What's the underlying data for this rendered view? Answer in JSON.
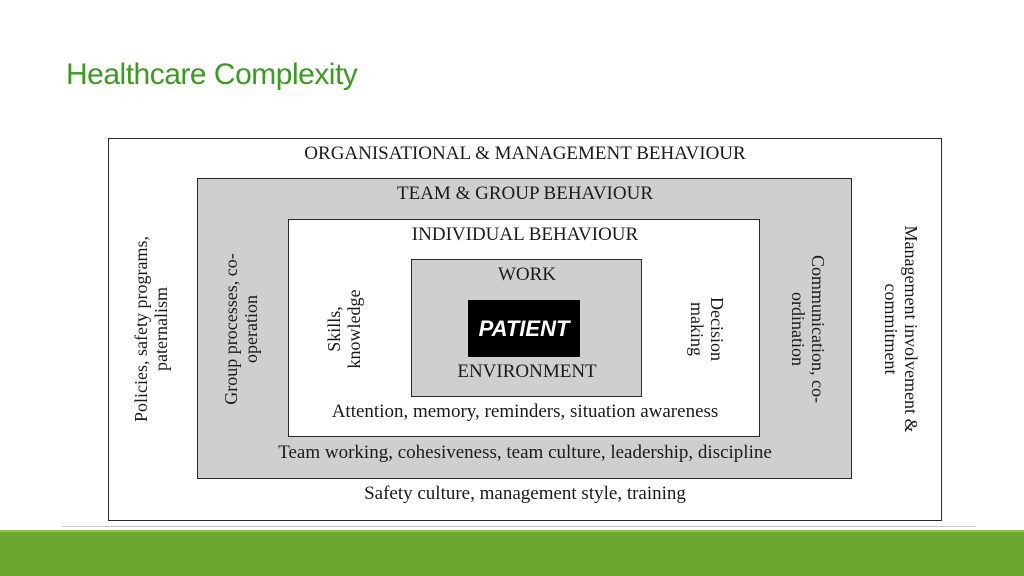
{
  "title": "Healthcare Complexity",
  "diagram": {
    "organisational": {
      "heading": "ORGANISATIONAL & MANAGEMENT BEHAVIOUR",
      "left": "Policies, safety programs, paternalism",
      "right": "Management involvement & commitment",
      "bottom": "Safety culture, management style, training"
    },
    "team": {
      "heading": "TEAM & GROUP BEHAVIOUR",
      "left": "Group processes, co-operation",
      "right": "Communication, co-ordination",
      "bottom": "Team working, cohesiveness, team culture, leadership, discipline"
    },
    "individual": {
      "heading": "INDIVIDUAL BEHAVIOUR",
      "left": "Skills, knowledge",
      "right": "Decision making",
      "bottom": "Attention, memory, reminders, situation awareness"
    },
    "work": {
      "top": "WORK",
      "bottom": "ENVIRONMENT"
    },
    "center": "PATIENT"
  },
  "colors": {
    "title": "#3b9a1f",
    "footer": "#6aa82f",
    "shaded_box": "#cfcfcf"
  }
}
